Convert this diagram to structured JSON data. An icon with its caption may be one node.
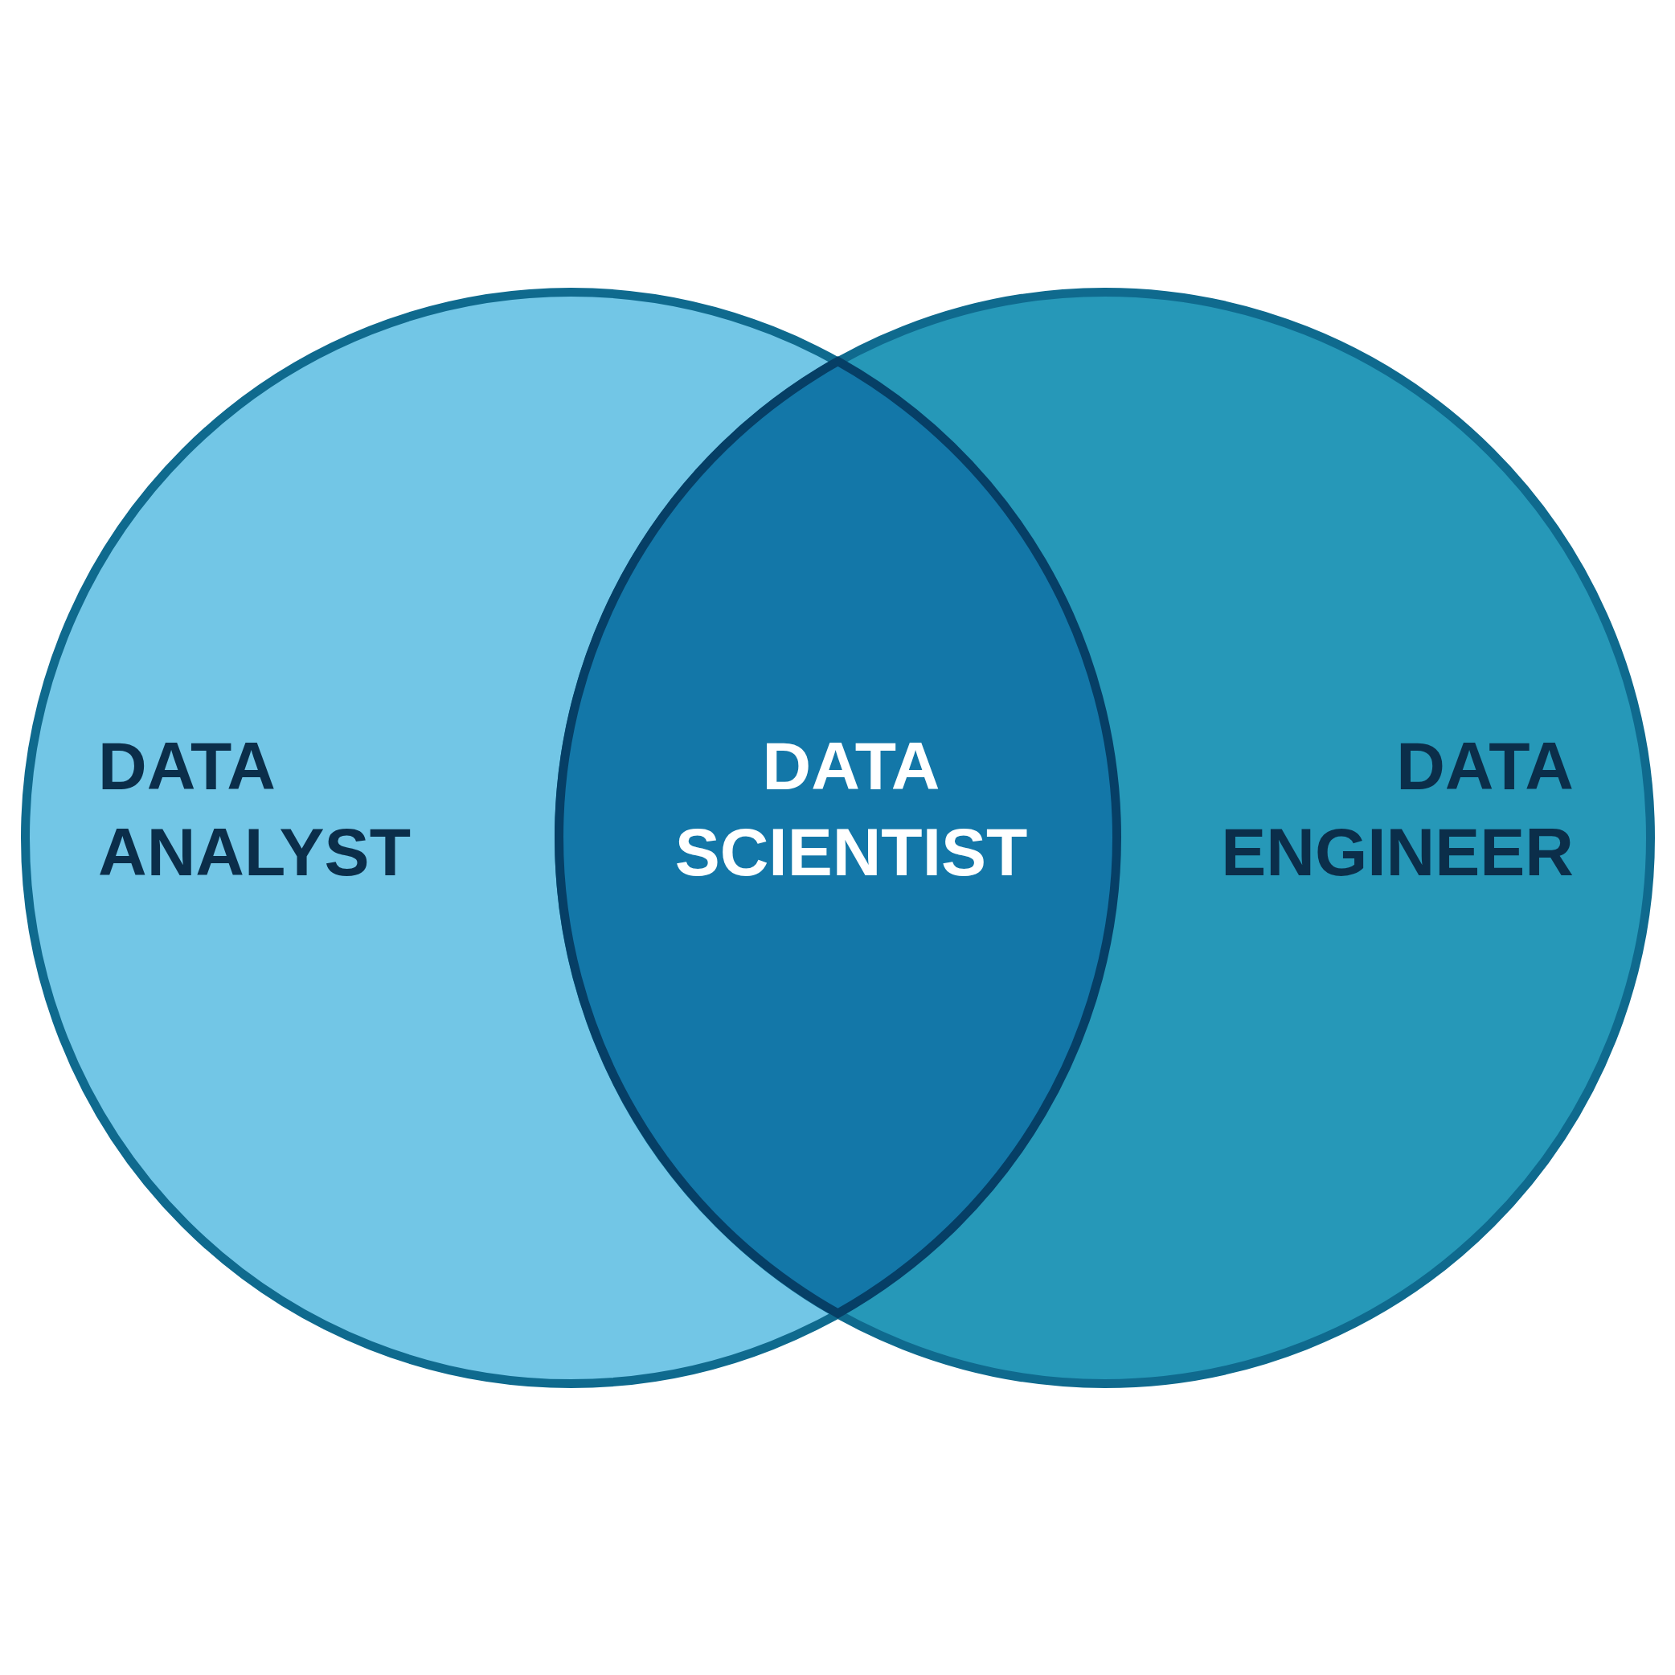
{
  "diagram": {
    "nodes": [
      {
        "text": [
          "DATA ANALYST"
        ]
      },
      {
        "text": [
          "DATA SCIENTIST"
        ]
      },
      {
        "text": [
          "DATA ENGINEER"
        ]
      }
    ]
  }
}
